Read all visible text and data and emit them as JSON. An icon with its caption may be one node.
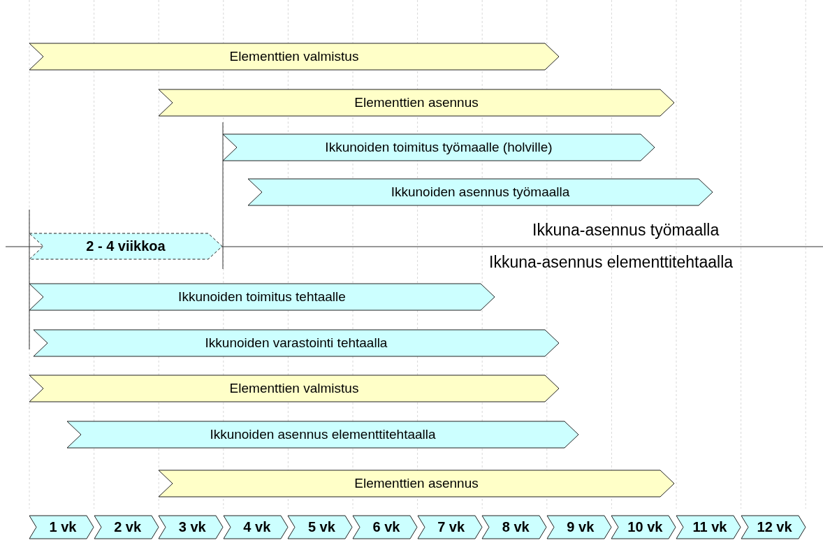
{
  "diagram": {
    "nodes": [
      {
        "text": [
          "Elementtien valmistus"
        ]
      },
      {
        "text": [
          "Elementtien asennus"
        ]
      },
      {
        "text": [
          "Ikkunoiden toimitus työmaalle (holville)"
        ]
      },
      {
        "text": [
          "Ikkunoiden asennus työmaalla"
        ]
      },
      {
        "text": [
          "2 - 4 viikkoa"
        ]
      },
      {
        "text": [
          "Ikkunoiden toimitus tehtaalle"
        ]
      },
      {
        "text": [
          "Ikkunoiden varastointi tehtaalla"
        ]
      },
      {
        "text": [
          "Elementtien valmistus"
        ]
      },
      {
        "text": [
          "Ikkunoiden asennus elementtitehtaalla"
        ]
      },
      {
        "text": [
          "Elementtien asennus"
        ]
      },
      {
        "text": [
          "1 vk"
        ]
      },
      {
        "text": [
          "2 vk"
        ]
      },
      {
        "text": [
          "3 vk"
        ]
      },
      {
        "text": [
          "4 vk"
        ]
      },
      {
        "text": [
          "5 vk"
        ]
      },
      {
        "text": [
          "6 vk"
        ]
      },
      {
        "text": [
          "7 vk"
        ]
      },
      {
        "text": [
          "8 vk"
        ]
      },
      {
        "text": [
          "9 vk"
        ]
      },
      {
        "text": [
          "10 vk"
        ]
      },
      {
        "text": [
          "11 vk"
        ]
      },
      {
        "text": [
          "12 vk"
        ]
      }
    ],
    "labels": [
      "Ikkuna-asennus työmaalla",
      "Ikkuna-asennus elementtitehtaalla"
    ]
  }
}
